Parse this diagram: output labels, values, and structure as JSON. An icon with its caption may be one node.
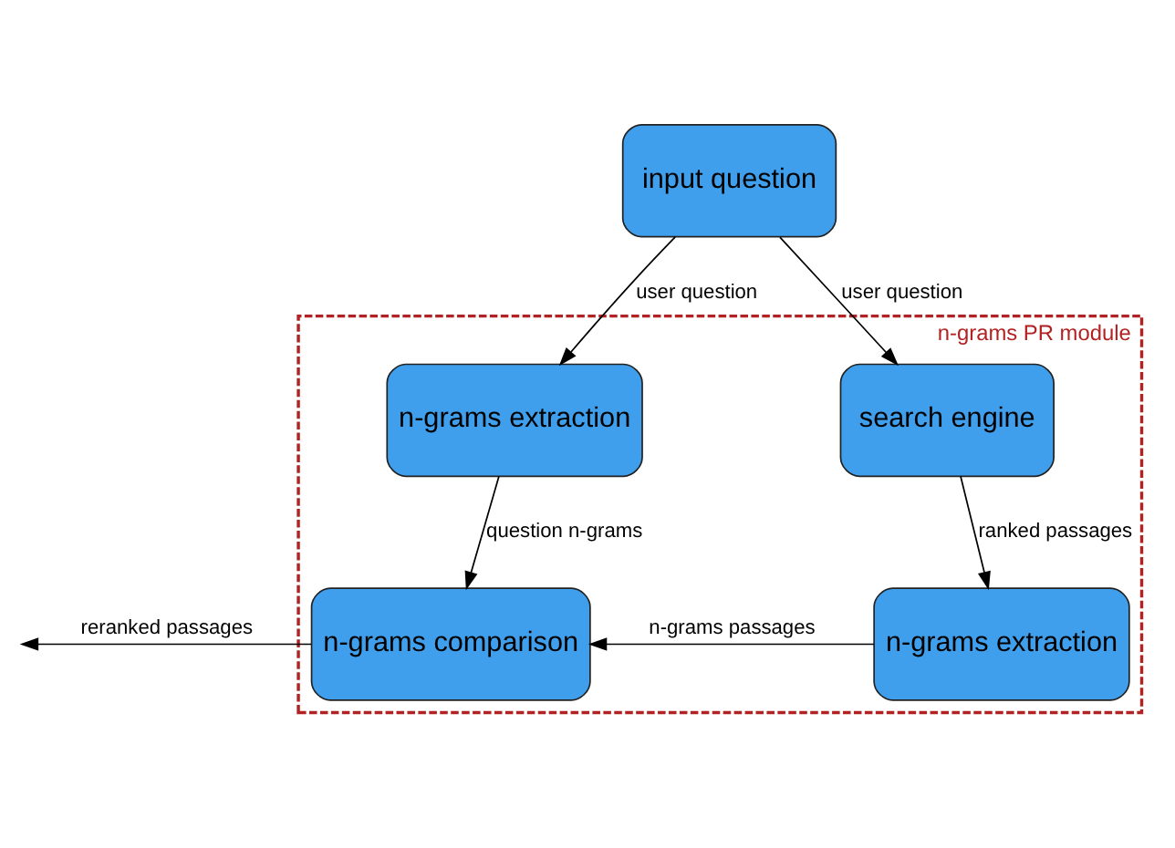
{
  "diagram": {
    "nodes": [
      {
        "text": [
          "input question"
        ]
      },
      {
        "text": [
          "n-grams PR module"
        ]
      },
      {
        "text": [
          "n-grams extraction"
        ],
        "in": 1
      },
      {
        "text": [
          "search engine"
        ],
        "in": 1
      },
      {
        "text": [
          "n-grams comparison"
        ],
        "in": 1
      },
      {
        "text": [
          "n-grams extraction"
        ],
        "in": 1
      }
    ],
    "edges": [
      {
        "from": 0,
        "to": 3,
        "arrow": "to",
        "label": "user question"
      },
      {
        "from": 0,
        "to": 2,
        "arrow": "to",
        "label": "user question"
      },
      {
        "from": 2,
        "to": 4,
        "arrow": "to",
        "label": "question n-grams"
      },
      {
        "from": 3,
        "to": 5,
        "arrow": "to",
        "label": "ranked passages"
      },
      {
        "from": 5,
        "to": 4,
        "arrow": "to",
        "label": "n-grams passages"
      },
      {
        "from": 4,
        "to": null,
        "arrow": "to",
        "label": "reranked passages"
      }
    ]
  }
}
